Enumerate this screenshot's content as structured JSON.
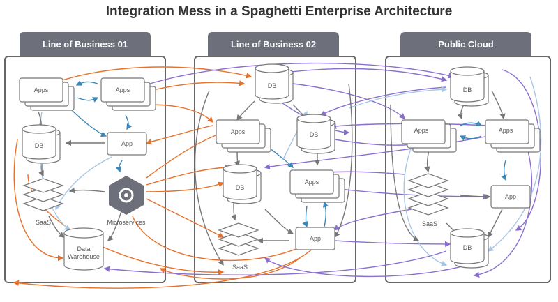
{
  "title": "Integration Mess in a Spaghetti Enterprise Architecture",
  "panels": {
    "lob1": "Line of Business 01",
    "lob2": "Line of Business 02",
    "cloud": "Public Cloud"
  },
  "labels": {
    "apps": "Apps",
    "app": "App",
    "db": "DB",
    "saas": "SaaS",
    "microservices": "Microservices",
    "dw_line1": "Data",
    "dw_line2": "Warehouse"
  },
  "colors": {
    "orange": "#e8702a",
    "purple": "#8a6fd1",
    "blue": "#3b87b8",
    "light_blue": "#a8c6e6",
    "gray": "#777777",
    "panel_tab": "#6d6f7a"
  }
}
